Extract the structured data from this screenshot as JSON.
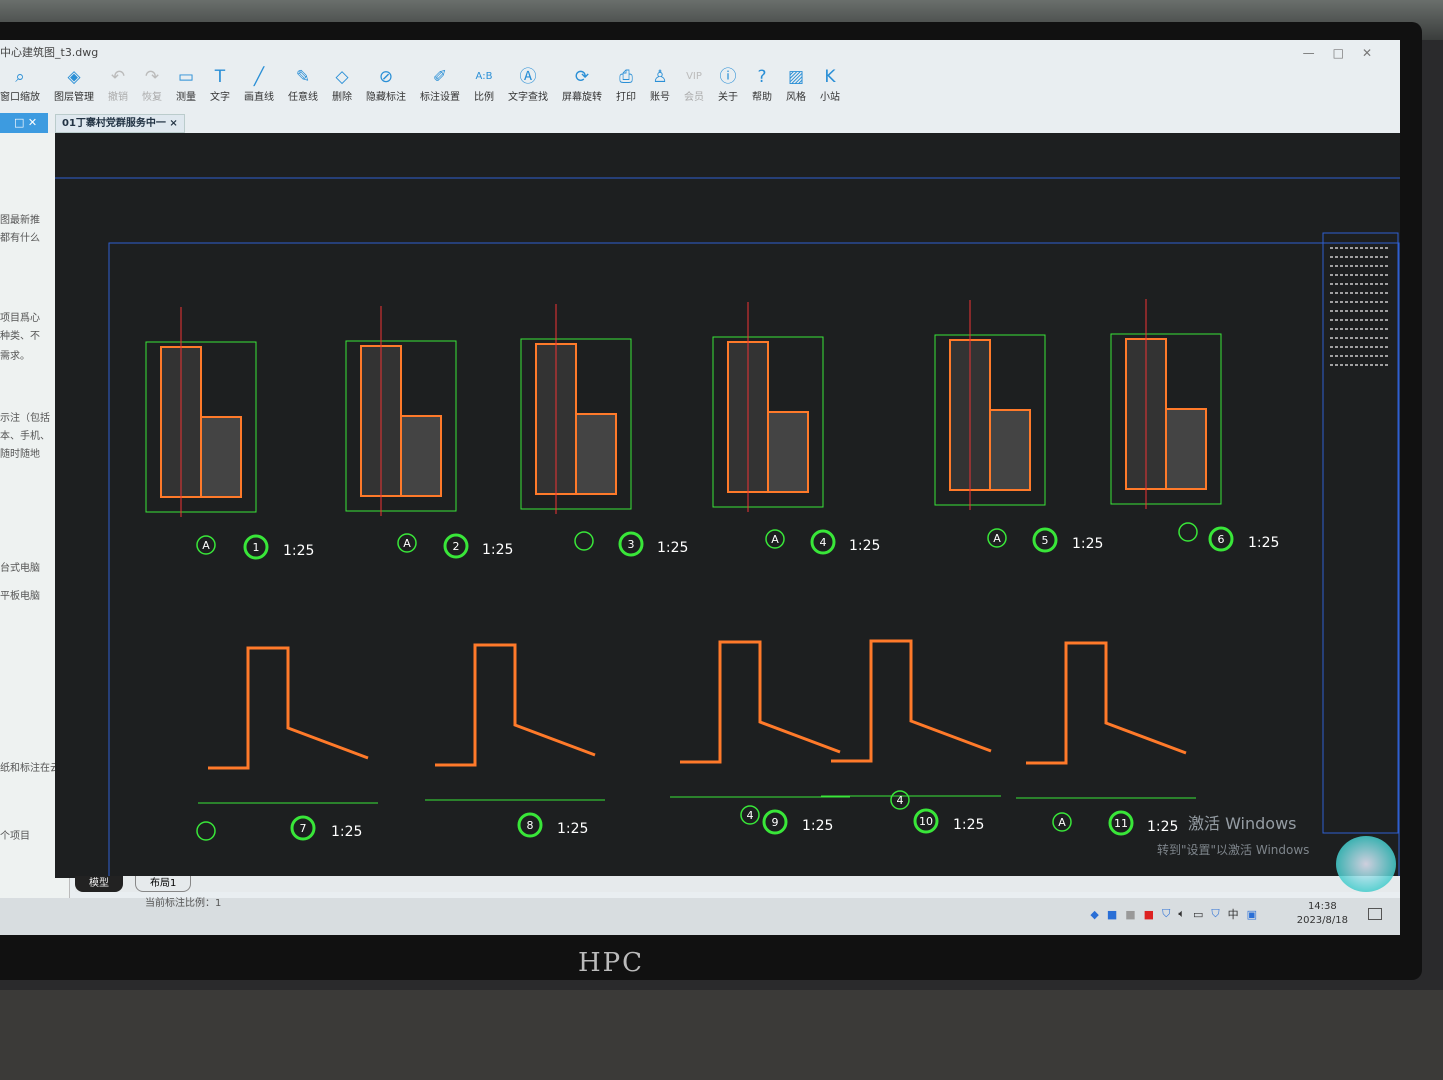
{
  "window": {
    "title": "中心建筑图_t3.dwg",
    "controls": [
      "—",
      "□",
      "✕"
    ]
  },
  "toolbar": [
    {
      "label": "窗口缩放",
      "icon": "zoom-window-icon",
      "glyph": "⌕"
    },
    {
      "label": "图层管理",
      "icon": "layers-icon",
      "glyph": "◈"
    },
    {
      "label": "撤销",
      "icon": "undo-icon",
      "glyph": "↶",
      "disabled": true
    },
    {
      "label": "恢复",
      "icon": "redo-icon",
      "glyph": "↷",
      "disabled": true
    },
    {
      "label": "测量",
      "icon": "measure-icon",
      "glyph": "▭"
    },
    {
      "label": "文字",
      "icon": "text-icon",
      "glyph": "T"
    },
    {
      "label": "画直线",
      "icon": "line-icon",
      "glyph": "╱"
    },
    {
      "label": "任意线",
      "icon": "pen-icon",
      "glyph": "✎"
    },
    {
      "label": "删除",
      "icon": "eraser-icon",
      "glyph": "◇"
    },
    {
      "label": "隐藏标注",
      "icon": "hide-icon",
      "glyph": "⊘"
    },
    {
      "label": "标注设置",
      "icon": "annotation-settings-icon",
      "glyph": "✐"
    },
    {
      "label": "比例",
      "icon": "scale-icon",
      "glyph": "A:B"
    },
    {
      "label": "文字查找",
      "icon": "text-search-icon",
      "glyph": "Ⓐ"
    },
    {
      "label": "屏幕旋转",
      "icon": "rotate-icon",
      "glyph": "⟳"
    },
    {
      "label": "打印",
      "icon": "print-icon",
      "glyph": "⎙"
    },
    {
      "label": "账号",
      "icon": "account-icon",
      "glyph": "♙"
    },
    {
      "label": "会员",
      "icon": "vip-icon",
      "glyph": "VIP",
      "disabled": true
    },
    {
      "label": "关于",
      "icon": "about-icon",
      "glyph": "ⓘ"
    },
    {
      "label": "帮助",
      "icon": "help-icon",
      "glyph": "?"
    },
    {
      "label": "风格",
      "icon": "style-icon",
      "glyph": "▨"
    },
    {
      "label": "小站",
      "icon": "station-icon",
      "glyph": "K"
    }
  ],
  "tabs": {
    "side": "□ ✕",
    "document": "01丁寨村党群服务中一 ×"
  },
  "sidepanel": {
    "lines": [
      "图最新推",
      "都有什么",
      "项目爲心",
      "种类、不",
      "需求。",
      "示注（包括",
      "本、手机、",
      "随时随地",
      "台式电脑",
      "平板电脑",
      "纸和标注在云",
      "个项目"
    ]
  },
  "details": [
    {
      "num": "1",
      "scale": "1:25",
      "axis": "A"
    },
    {
      "num": "2",
      "scale": "1:25",
      "axis": "A"
    },
    {
      "num": "3",
      "scale": "1:25",
      "axis": ""
    },
    {
      "num": "4",
      "scale": "1:25",
      "axis": "A"
    },
    {
      "num": "5",
      "scale": "1:25",
      "axis": "A"
    },
    {
      "num": "6",
      "scale": "1:25",
      "axis": ""
    },
    {
      "num": "7",
      "scale": "1:25",
      "axis": ""
    },
    {
      "num": "8",
      "scale": "1:25",
      "axis": ""
    },
    {
      "num": "9",
      "scale": "1:25",
      "axis": "4"
    },
    {
      "num": "10",
      "scale": "1:25",
      "axis": "4"
    },
    {
      "num": "11",
      "scale": "1:25",
      "axis": "A"
    }
  ],
  "layout_tabs": [
    "模型",
    "布局1"
  ],
  "status": "当前标注比例：1",
  "activation": {
    "title": "激活 Windows",
    "subtitle": "转到\"设置\"以激活 Windows"
  },
  "taskbar": {
    "time": "14:38",
    "date": "2023/8/18",
    "ime": "中"
  },
  "monitor_brand": "HPC",
  "colors": {
    "canvas": "#1d1f20",
    "line": "#39e639",
    "wall": "#ff7a2a",
    "accent": "#2a8fd6"
  }
}
